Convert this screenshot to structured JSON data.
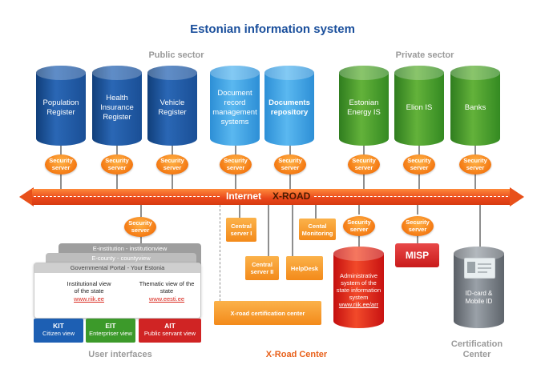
{
  "title": "Estonian information system",
  "public_sector": "Public sector",
  "private_sector": "Private sector",
  "public_dbs": [
    {
      "label": "Population Register"
    },
    {
      "label": "Health Insurance Register"
    },
    {
      "label": "Vehicle Register"
    }
  ],
  "light_dbs": [
    {
      "label": "Document record management systems"
    },
    {
      "label": "Documents repository"
    }
  ],
  "private_dbs": [
    {
      "label": "Estonian Energy IS"
    },
    {
      "label": "Elion IS"
    },
    {
      "label": "Banks"
    }
  ],
  "security_server": "Security server",
  "road": {
    "internet": "Internet",
    "xroad": "X-ROAD"
  },
  "center": {
    "central_server_1": "Central server I",
    "central_server_2": "Central server II",
    "helpdesk": "HelpDesk",
    "central_monitoring": "Cental Monitoring",
    "certification": "X-road certification center",
    "caption": "X-Road Center"
  },
  "admin_system": {
    "label": "Administrative system of the state information system",
    "link": "www.riik.ee/arr"
  },
  "misp": "MISP",
  "cert_center": {
    "card_label": "ID-card & Mobile ID",
    "caption": "Certification Center"
  },
  "portal": {
    "e_institution": "E-institution - institutionview",
    "e_county": "E-county - countyview",
    "governmental": "Governmental Portal - Your Estonia",
    "institutional": "Institutional view of the state",
    "institutional_link": "www.riik.ee",
    "thematic": "Thematic view of the state",
    "thematic_link": "www.eesti.ee"
  },
  "views": [
    {
      "code": "KIT",
      "label": "Citizen view",
      "color": "#1d5fb3"
    },
    {
      "code": "EIT",
      "label": "Enterpriser view",
      "color": "#3c9a2a"
    },
    {
      "code": "AIT",
      "label": "Public servant view",
      "color": "#d02424"
    }
  ],
  "user_interfaces": "User interfaces"
}
